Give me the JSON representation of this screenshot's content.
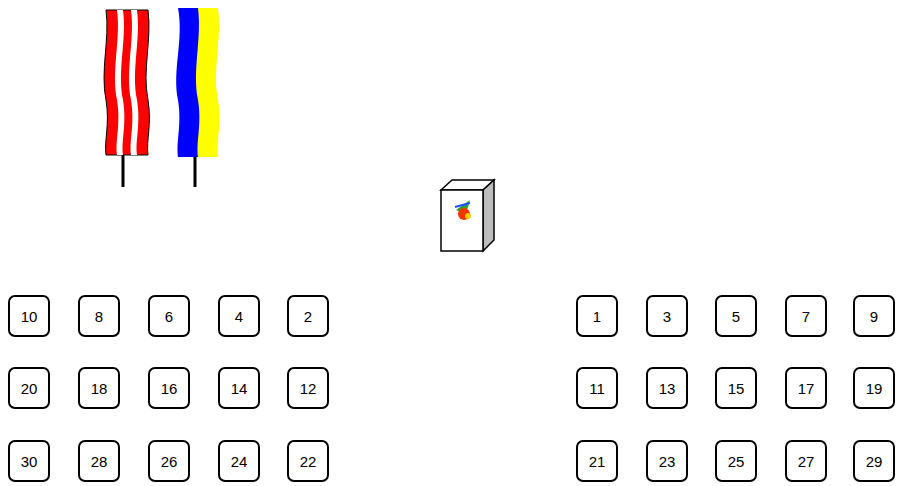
{
  "diagram": {
    "nodes": [
      {
        "text": [
          "10"
        ]
      },
      {
        "text": [
          "8"
        ]
      },
      {
        "text": [
          "6"
        ]
      },
      {
        "text": [
          "4"
        ]
      },
      {
        "text": [
          "2"
        ]
      },
      {
        "text": [
          "1"
        ]
      },
      {
        "text": [
          "3"
        ]
      },
      {
        "text": [
          "5"
        ]
      },
      {
        "text": [
          "7"
        ]
      },
      {
        "text": [
          "9"
        ]
      },
      {
        "text": [
          "20"
        ]
      },
      {
        "text": [
          "18"
        ]
      },
      {
        "text": [
          "16"
        ]
      },
      {
        "text": [
          "14"
        ]
      },
      {
        "text": [
          "12"
        ]
      },
      {
        "text": [
          "11"
        ]
      },
      {
        "text": [
          "13"
        ]
      },
      {
        "text": [
          "15"
        ]
      },
      {
        "text": [
          "17"
        ]
      },
      {
        "text": [
          "19"
        ]
      },
      {
        "text": [
          "30"
        ]
      },
      {
        "text": [
          "28"
        ]
      },
      {
        "text": [
          "26"
        ]
      },
      {
        "text": [
          "24"
        ]
      },
      {
        "text": [
          "22"
        ]
      },
      {
        "text": [
          "21"
        ]
      },
      {
        "text": [
          "23"
        ]
      },
      {
        "text": [
          "25"
        ]
      },
      {
        "text": [
          "27"
        ]
      },
      {
        "text": [
          "29"
        ]
      }
    ]
  }
}
